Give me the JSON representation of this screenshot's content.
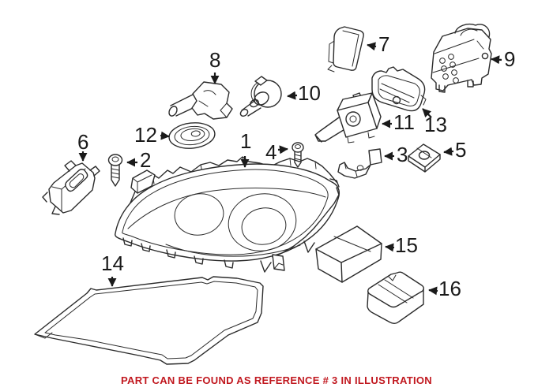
{
  "diagram": {
    "type": "exploded-parts-illustration",
    "subject": "headlight assembly components line drawing"
  },
  "colors": {
    "background": "#ffffff",
    "line": "#2b2b2b",
    "label": "#1a1a1a",
    "note_red": "#c1181f"
  },
  "parts": [
    {
      "label": "1"
    },
    {
      "label": "2"
    },
    {
      "label": "3"
    },
    {
      "label": "4"
    },
    {
      "label": "5"
    },
    {
      "label": "6"
    },
    {
      "label": "7"
    },
    {
      "label": "8"
    },
    {
      "label": "9"
    },
    {
      "label": "10"
    },
    {
      "label": "11"
    },
    {
      "label": "12"
    },
    {
      "label": "13"
    },
    {
      "label": "14"
    },
    {
      "label": "15"
    },
    {
      "label": "16"
    }
  ],
  "footer": {
    "note": "PART CAN BE FOUND AS REFERENCE # 3 IN ILLUSTRATION"
  }
}
